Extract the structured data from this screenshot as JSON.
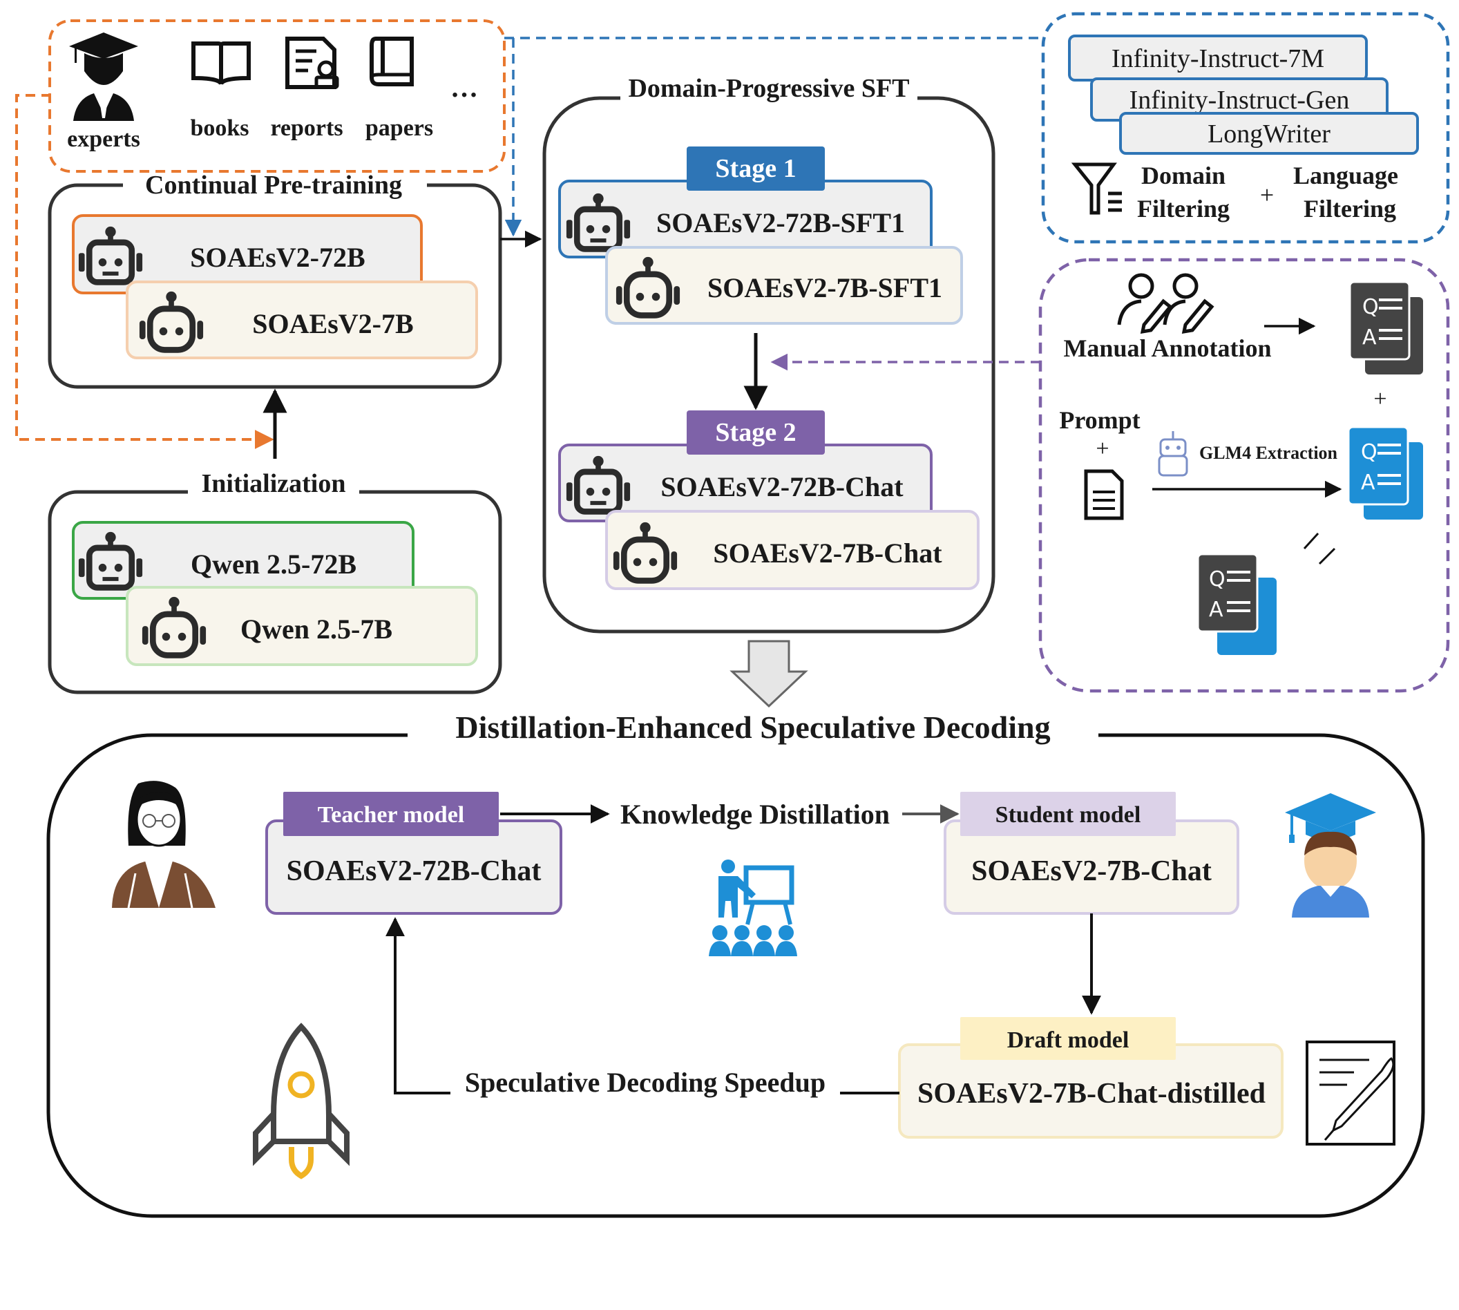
{
  "sources": {
    "experts": "experts",
    "books": "books",
    "reports": "reports",
    "papers": "papers",
    "ellipsis": "…"
  },
  "continual_pretraining": {
    "title": "Continual Pre-training",
    "model_large": "SOAEsV2-72B",
    "model_small": "SOAEsV2-7B"
  },
  "initialization": {
    "title": "Initialization",
    "model_large": "Qwen 2.5-72B",
    "model_small": "Qwen 2.5-7B"
  },
  "sft": {
    "title": "Domain-Progressive SFT",
    "stage1": {
      "label": "Stage 1",
      "model_large": "SOAEsV2-72B-SFT1",
      "model_small": "SOAEsV2-7B-SFT1"
    },
    "stage2": {
      "label": "Stage 2",
      "model_large": "SOAEsV2-72B-Chat",
      "model_small": "SOAEsV2-7B-Chat"
    }
  },
  "datasets": {
    "items": [
      "Infinity-Instruct-7M",
      "Infinity-Instruct-Gen",
      "LongWriter"
    ],
    "domain_filtering_1": "Domain",
    "domain_filtering_2": "Filtering",
    "plus": "+",
    "language_filtering_1": "Language",
    "language_filtering_2": "Filtering"
  },
  "annotation": {
    "manual": "Manual Annotation",
    "plus": "+",
    "prompt": "Prompt",
    "prompt_plus": "+",
    "glm4": "GLM4 Extraction",
    "qa_q": "Q",
    "qa_a": "A"
  },
  "distillation": {
    "title": "Distillation-Enhanced Speculative Decoding",
    "teacher_label": "Teacher model",
    "teacher_model": "SOAEsV2-72B-Chat",
    "knowledge_distillation": "Knowledge Distillation",
    "student_label": "Student model",
    "student_model": "SOAEsV2-7B-Chat",
    "draft_label": "Draft model",
    "draft_model": "SOAEsV2-7B-Chat-distilled",
    "speedup": "Speculative Decoding Speedup"
  },
  "colors": {
    "orange": "#e8782f",
    "blue": "#2e75b6",
    "purple": "#7e62a8",
    "green": "#3aa646",
    "dark": "#2b2b2b",
    "light_gray": "#eeeeee",
    "cream": "#f8f5ec",
    "icon_blue": "#1e8fd6",
    "light_purple": "#dcd2e8",
    "light_yellow": "#fdf0c4"
  }
}
